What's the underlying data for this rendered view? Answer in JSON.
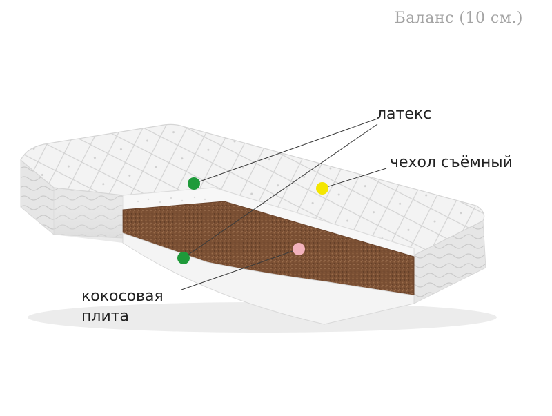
{
  "title": "Баланс (10 см.)",
  "labels": {
    "latex": "латекс",
    "cover": "чехол съёмный",
    "coconut_line1": "кокосовая",
    "coconut_line2": "плита"
  },
  "colors": {
    "marker_green": "#1f9a3a",
    "marker_yellow": "#f4e600",
    "marker_pink": "#f2b2bc",
    "coconut": "#7a4f33",
    "latex": "#f7f7f7",
    "cover": "#eeeeee",
    "title_gray": "#a3a3a3"
  },
  "icons": {
    "marker": "circle-dot-icon"
  }
}
